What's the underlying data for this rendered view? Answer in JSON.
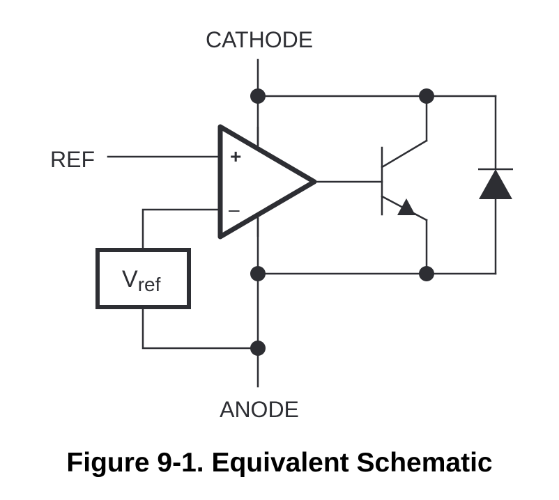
{
  "figure": {
    "caption": "Figure 9-1. Equivalent Schematic"
  },
  "labels": {
    "cathode": "CATHODE",
    "anode": "ANODE",
    "ref": "REF",
    "vref_main": "V",
    "vref_sub": "ref",
    "plus": "+",
    "minus": "–"
  },
  "colors": {
    "stroke": "#2d2e33",
    "background": "#ffffff"
  }
}
